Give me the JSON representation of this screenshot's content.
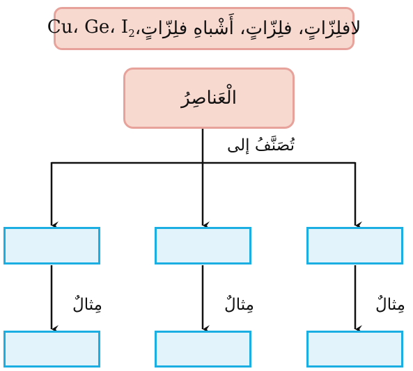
{
  "top_box": {
    "text_ar": "لافلِزّاتٍ، فلِزّاتٍ، أَشْباهِ فلِزّاتٍ، ",
    "text_symbols": "Cu، Ge، I",
    "subscript": "2"
  },
  "elements_box": {
    "label": "الْعَناصِرُ"
  },
  "classified_label": "تُصَنَّفُ إلى",
  "example_label": "مِثالٌ",
  "colors": {
    "pink_fill": "#f8d9d0",
    "pink_border": "#e7a39b",
    "blue_fill": "#e3f3fc",
    "blue_border": "#1aaee3",
    "line": "#111111"
  }
}
